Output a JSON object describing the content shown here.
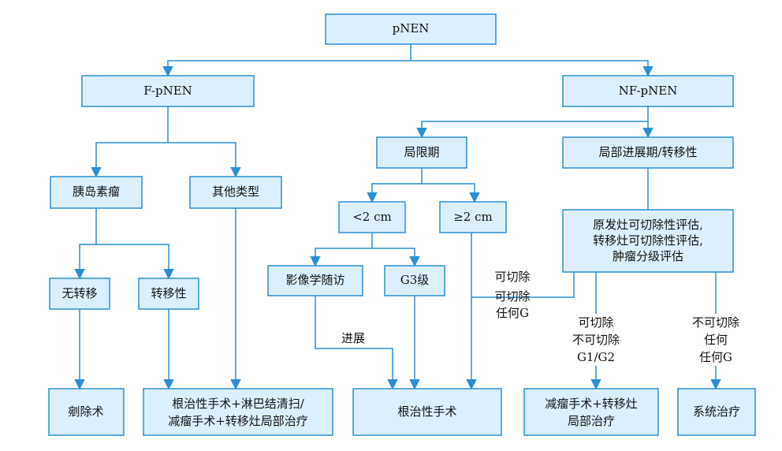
{
  "nodes": {
    "pnen": "pNEN",
    "f_pnen": "F-pNEN",
    "nf_pnen": "NF-pNEN",
    "insulinoma": "胰岛素瘤",
    "other_types": "其他类型",
    "localized": "局限期",
    "advanced": "局部进展期/转移性",
    "lt2cm": "<2 cm",
    "ge2cm": "≥2 cm",
    "assessment": [
      "原发灶可切除性评估,",
      "转移灶可切除性评估,",
      "肿瘤分级评估"
    ],
    "no_metastasis": "无转移",
    "metastatic": "转移性",
    "imaging_followup": "影像学随访",
    "g3": "G3级",
    "enucleation": "剜除术",
    "radical_lymph": [
      "根治性手术+淋巴结清扫/",
      "减瘤手术+转移灶局部治疗"
    ],
    "radical": "根治性手术",
    "debulking": [
      "减瘤手术+转移灶",
      "局部治疗"
    ],
    "systemic": "系统治疗"
  },
  "labels": {
    "progression": "进展",
    "resectable_any": [
      "可切除",
      "可切除",
      "任何G"
    ],
    "resectable_g1g2": [
      "可切除",
      "不可切除",
      "G1/G2"
    ],
    "unresectable_any": [
      "不可切除",
      "任何",
      "任何G"
    ]
  }
}
